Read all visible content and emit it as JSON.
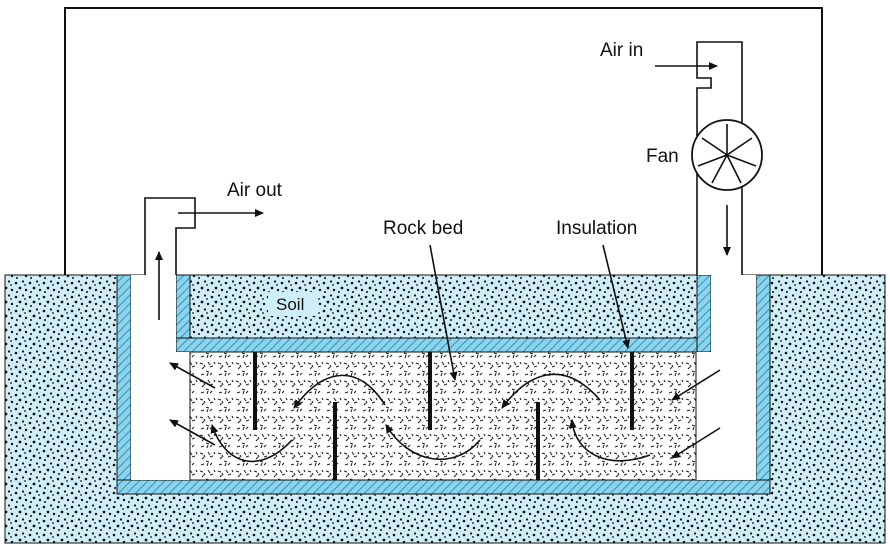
{
  "labels": {
    "air_in": "Air in",
    "fan": "Fan",
    "air_out": "Air out",
    "rock_bed": "Rock bed",
    "insulation": "Insulation",
    "soil": "Soil"
  },
  "colors": {
    "soil": "#cfeef7",
    "insulation": "#5bbfe0",
    "rock_bed": "#ffffff",
    "outline": "#111111"
  },
  "icons": {
    "fan": "fan-icon"
  }
}
